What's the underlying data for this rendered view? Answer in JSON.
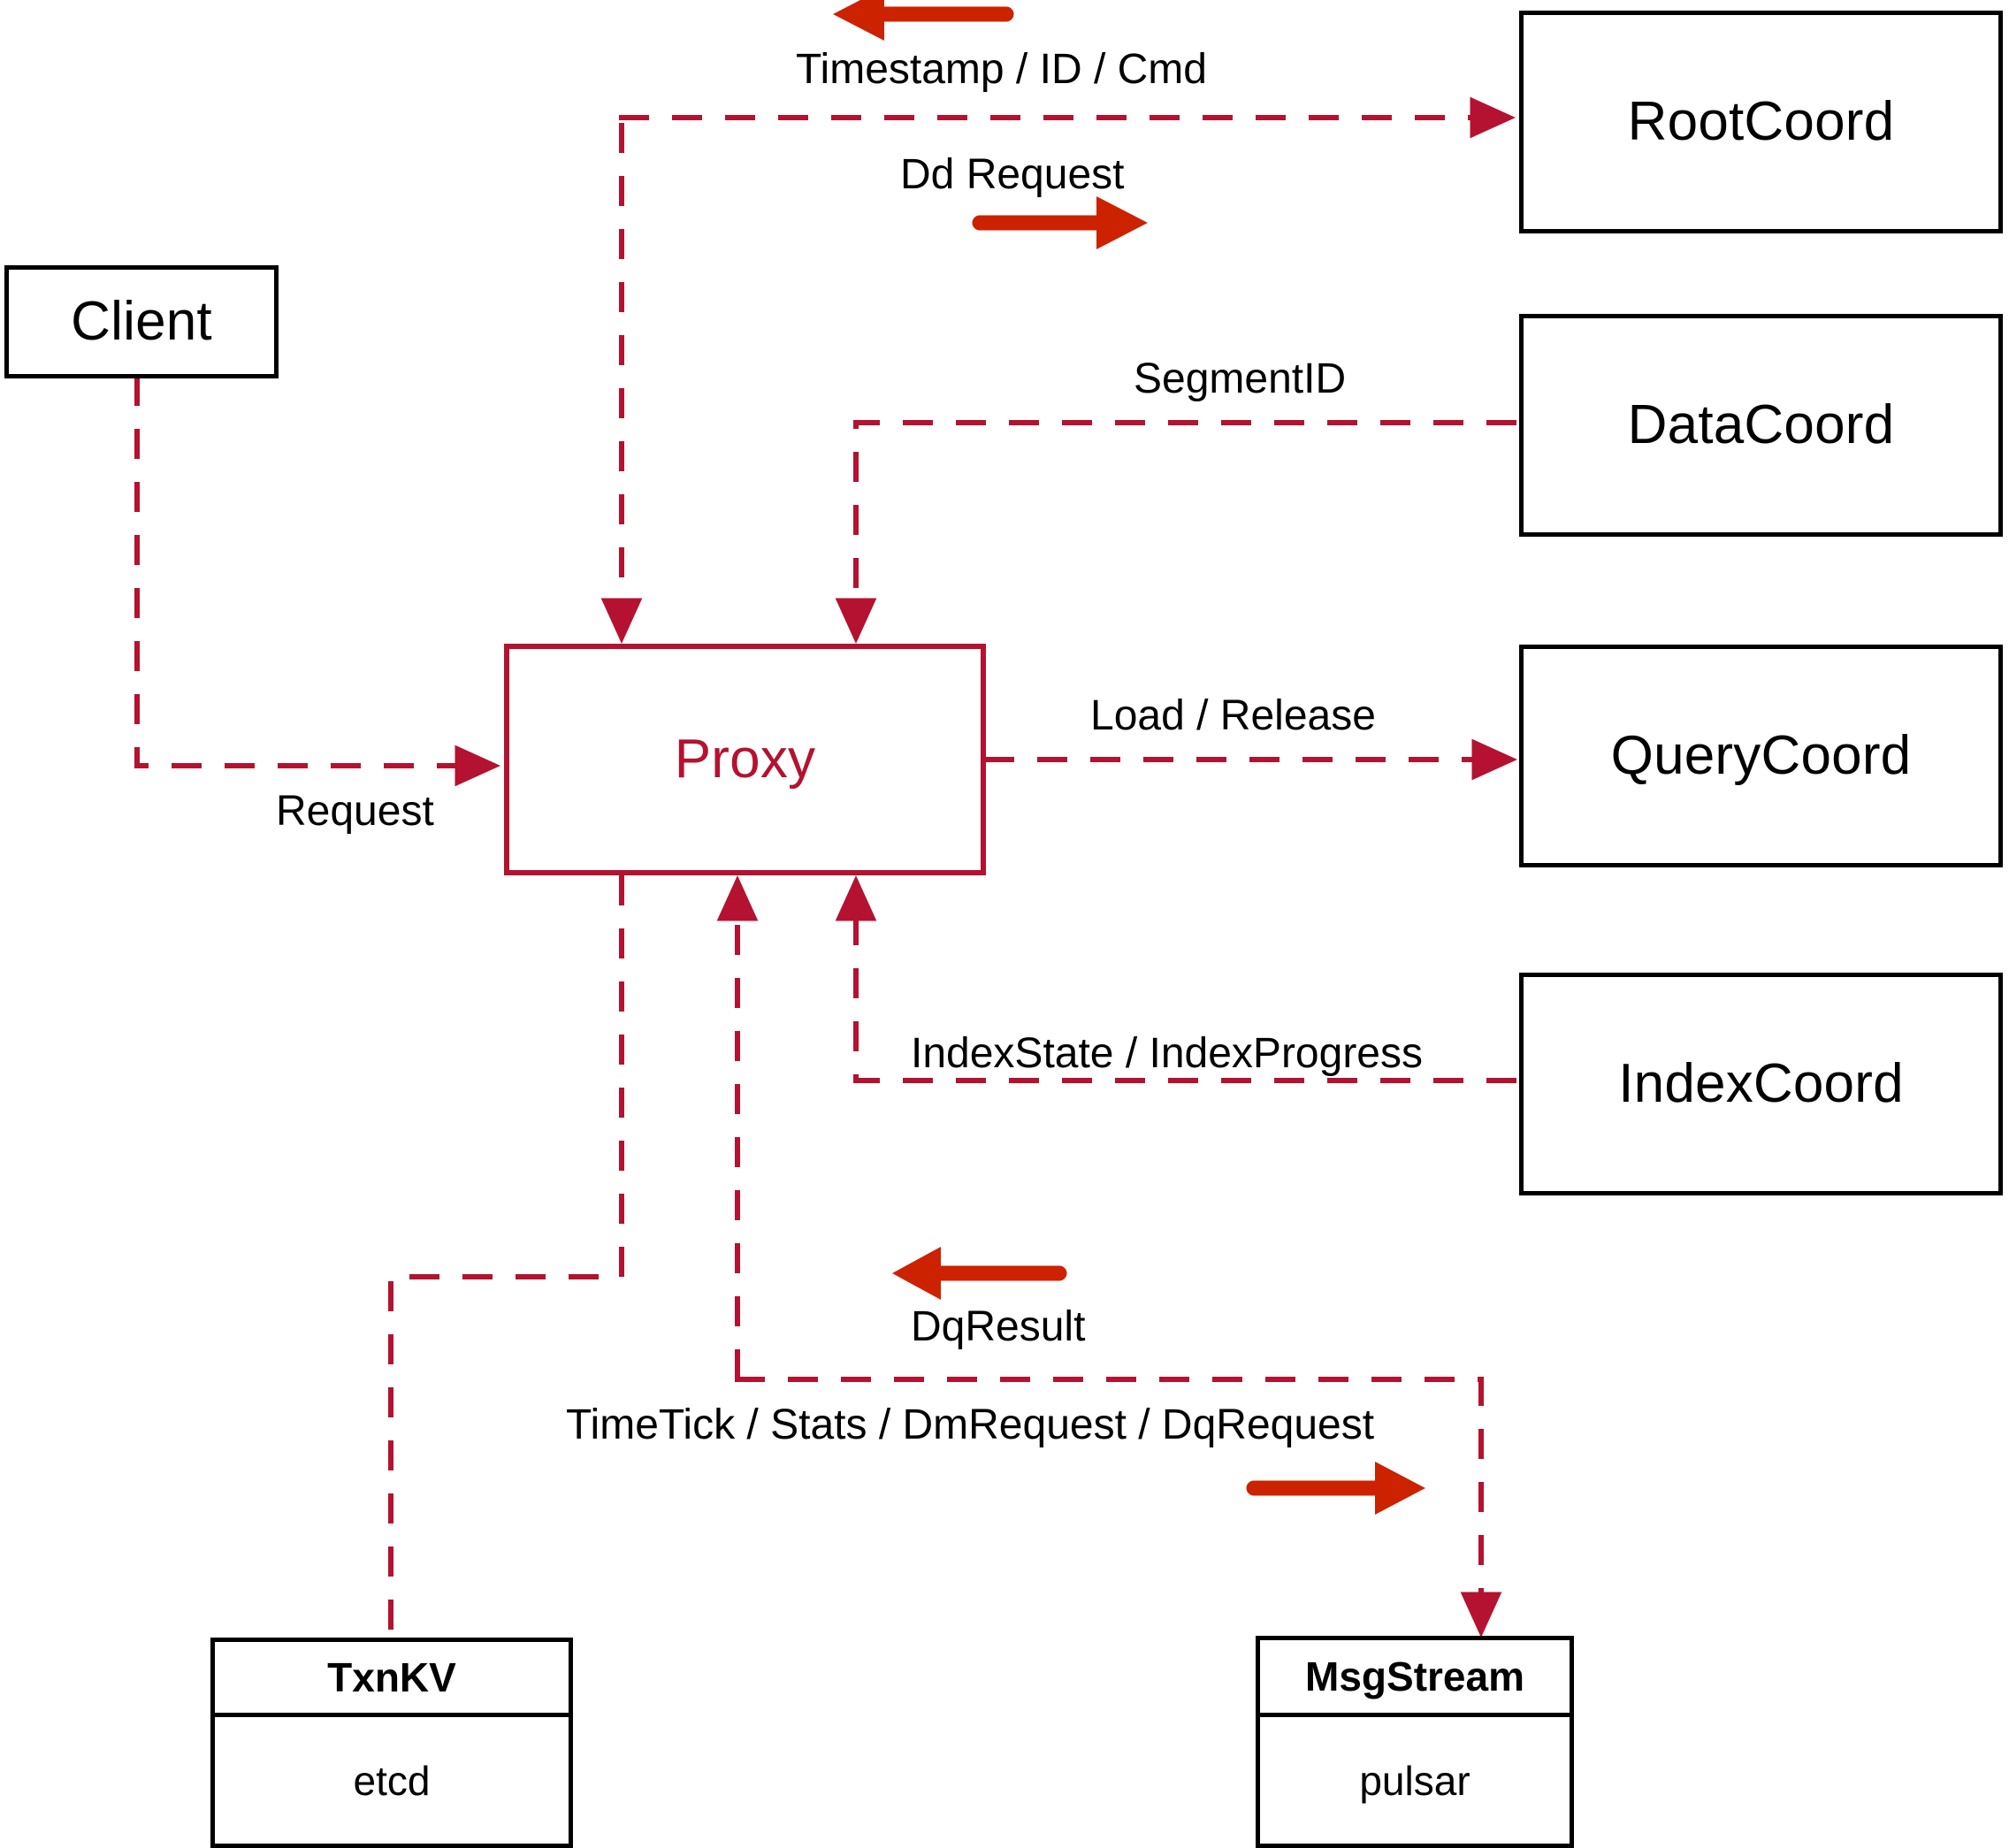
{
  "diagram": {
    "title": "Milvus Proxy component interaction diagram",
    "accent_color": "#b41230",
    "arrow_color": "#cc2200",
    "node_border_color": "#000000",
    "background_color": "#ffffff"
  },
  "nodes": {
    "client": {
      "label": "Client"
    },
    "proxy": {
      "label": "Proxy"
    },
    "root_coord": {
      "label": "RootCoord"
    },
    "data_coord": {
      "label": "DataCoord"
    },
    "query_coord": {
      "label": "QueryCoord"
    },
    "index_coord": {
      "label": "IndexCoord"
    },
    "txnkv": {
      "head": "TxnKV",
      "body": "etcd"
    },
    "msgstream": {
      "head": "MsgStream",
      "body": "pulsar"
    }
  },
  "edge_labels": {
    "timestamp_id_cmd": "Timestamp / ID / Cmd",
    "dd_request": "Dd Request",
    "segment_id": "SegmentID",
    "request": "Request",
    "load_release": "Load / Release",
    "index_state_progress": "IndexState / IndexProgress",
    "dq_result": "DqResult",
    "timetick_stats_dmrequest_dqrequest": "TimeTick / Stats / DmRequest / DqRequest"
  },
  "direction_arrows": [
    {
      "name": "timestamp-direction-arrow",
      "direction": "left"
    },
    {
      "name": "dd-request-direction-arrow",
      "direction": "right"
    },
    {
      "name": "dq-result-direction-arrow",
      "direction": "left"
    },
    {
      "name": "msgstream-direction-arrow",
      "direction": "right"
    }
  ]
}
